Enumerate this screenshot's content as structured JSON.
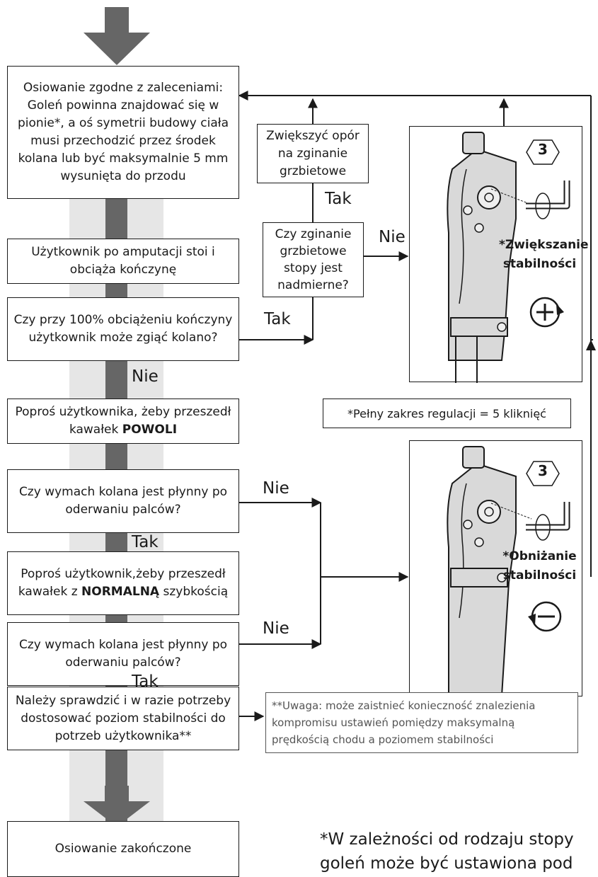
{
  "steps": {
    "s1": "Osiowanie zgodne z zaleceniami: Goleń powinna znajdować się w pionie*, a oś symetrii budowy ciała musi przechodzić przez środek kolana lub być maksymalnie 5 mm wysunięta do przodu",
    "s2": "Użytkownik po amputacji stoi i obciąża kończynę",
    "s3": "Czy przy 100% obciążeniu kończyny użytkownik może zgiąć kolano?",
    "s4_pre": "Poproś użytkownika, żeby przeszedł kawałek ",
    "s4_bold": "POWOLI",
    "s5": "Czy wymach kolana jest płynny po oderwaniu palców?",
    "s6_pre": "Poproś użytkownik,żeby przeszedł kawałek z ",
    "s6_bold": "NORMALNĄ",
    "s6_post": " szybkością",
    "s7": "Czy wymach kolana jest płynny po oderwaniu palców?",
    "s8": "Należy sprawdzić i w razie potrzeby dostosować poziom stabilności do potrzeb użytkownika**",
    "s9": "Osiowanie zakończone",
    "dorsi_increase": "Zwiększyć opór na zginanie grzbietowe",
    "dorsi_question": "Czy zginanie grzbietowe stopy jest nadmierne?"
  },
  "labels": {
    "tak": "Tak",
    "nie": "Nie"
  },
  "panels": {
    "top": {
      "number": "3",
      "caption": "*Zwiększanie stabilności"
    },
    "bottom": {
      "number": "3",
      "caption": "*Obniżanie stabilności"
    },
    "range_note": "*Pełny zakres regulacji = 5 kliknięć"
  },
  "notes": {
    "compromise": "**Uwaga: może zaistnieć konieczność znalezienia kompromisu ustawień pomiędzy maksymalną prędkością chodu a poziomem stabilności",
    "footnote": "*W zależności od rodzaju stopy goleń może być ustawiona pod kątem"
  },
  "colors": {
    "arrow_gray": "#666666",
    "band_gray": "#e6e6e6",
    "line": "#1a1a1a"
  },
  "icons": [
    "down-arrow-icon",
    "hex-number-icon",
    "allen-key-icon",
    "plus-rotate-icon",
    "minus-rotate-icon"
  ]
}
